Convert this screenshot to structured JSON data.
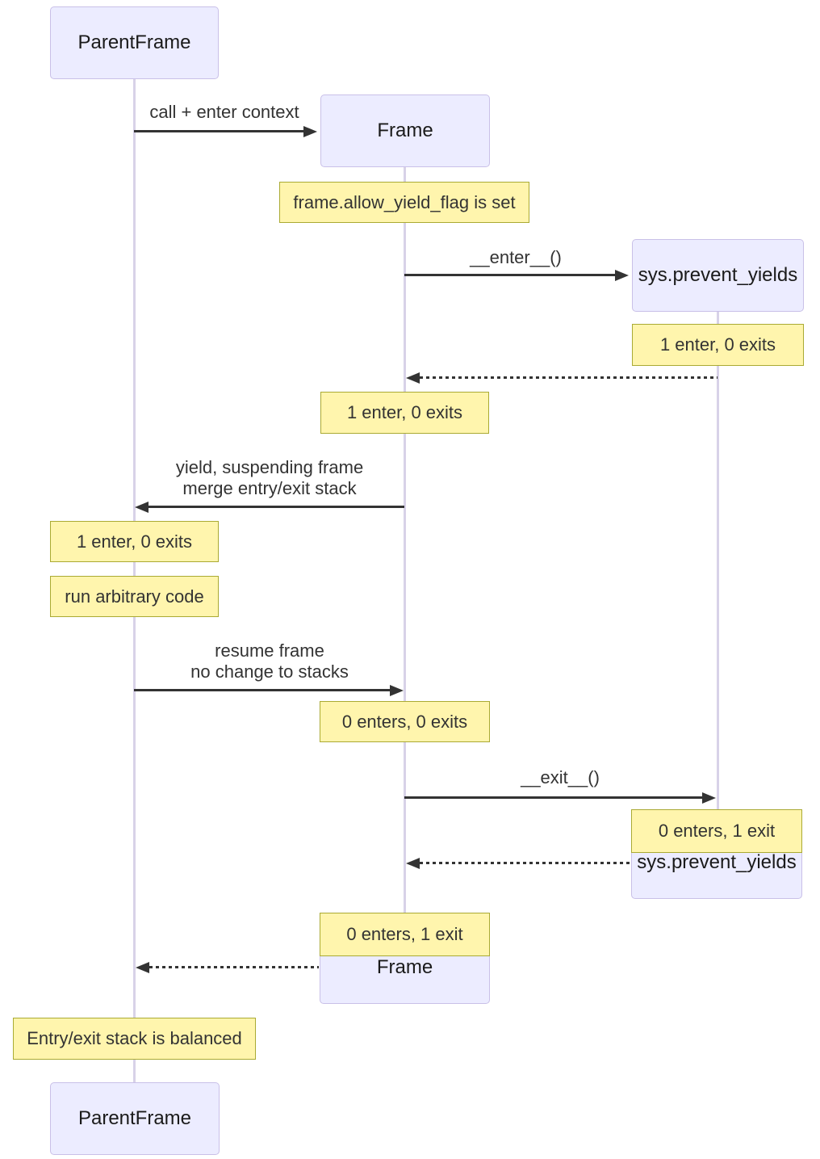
{
  "colors": {
    "background": "#FFFFFF",
    "actor_fill": "#ECECFF",
    "actor_border": "#C9C0E8",
    "actor_text": "#1A1A1A",
    "note_fill": "#FFF5AD",
    "note_border": "#AAAA33",
    "lifeline": "#D8D2E8",
    "signal": "#333333",
    "text": "#333333"
  },
  "actors": {
    "parent_top": "ParentFrame",
    "frame": "Frame",
    "sys": "sys.prevent_yields",
    "sys_bottom": "sys.prevent_yields",
    "frame_bottom": "Frame",
    "parent_bottom": "ParentFrame"
  },
  "messages": {
    "call_enter": "call + enter context",
    "enter_method": "__enter__()",
    "yield_l1": "yield, suspending frame",
    "yield_l2": "merge entry/exit stack",
    "resume_l1": "resume frame",
    "resume_l2": "no change to stacks",
    "exit_method": "__exit__()"
  },
  "notes": {
    "allow_yield_flag": "frame.allow_yield_flag is set",
    "sys_after_enter": "1 enter, 0 exits",
    "frame_after_enter": "1 enter, 0 exits",
    "parent_after_yield": "1 enter, 0 exits",
    "run_code": "run arbitrary code",
    "frame_after_resume": "0 enters, 0 exits",
    "sys_after_exit": "0 enters, 1 exit",
    "frame_after_exit": "0 enters, 1 exit",
    "balanced": "Entry/exit stack is balanced"
  }
}
